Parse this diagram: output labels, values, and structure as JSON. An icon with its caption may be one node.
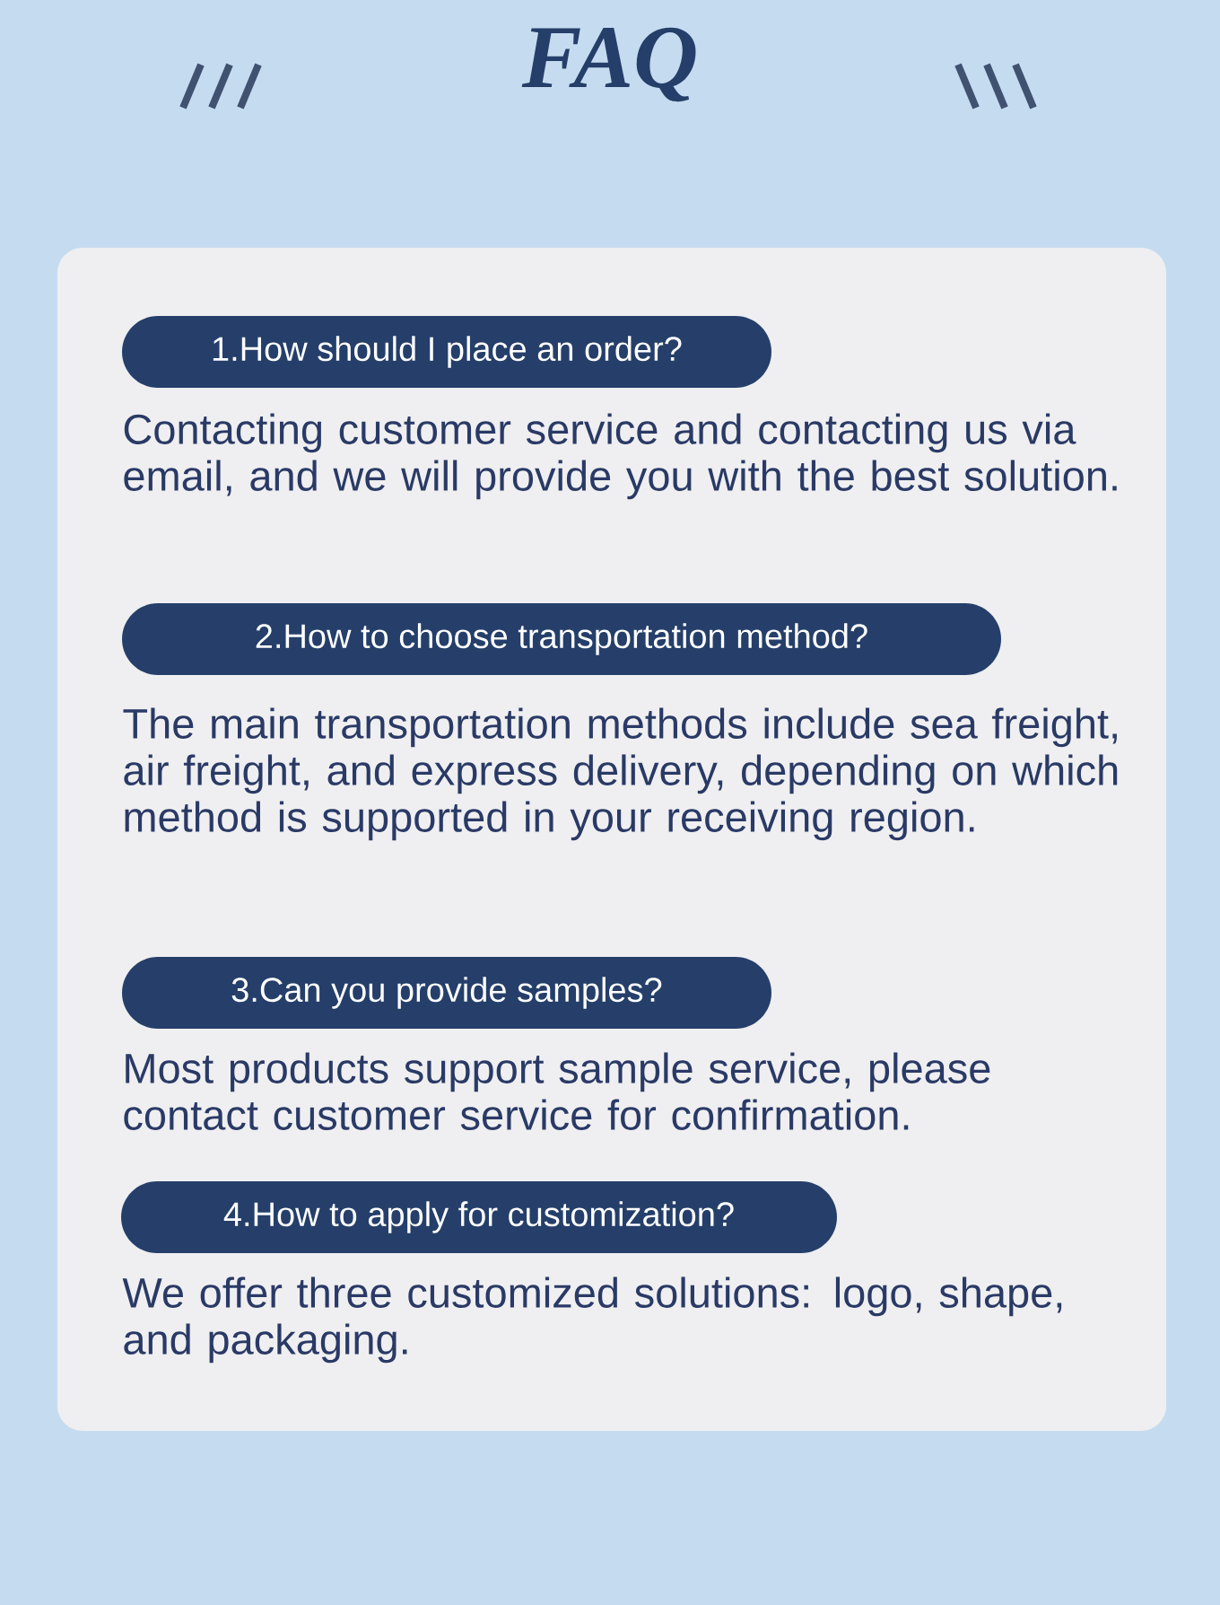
{
  "diagram": {
    "title": "FAQ",
    "nodes": [
      {
        "text": [
          "1.How should I place an order?"
        ],
        "beside": [
          "Contacting customer service and contacting us via email, and we will provide you with the best solution."
        ]
      },
      {
        "text": [
          "2.How to choose transportation method?"
        ],
        "beside": [
          "The main transportation methods include sea freight, air freight, and express delivery, depending on which method is supported in your receiving region."
        ]
      },
      {
        "text": [
          "3.Can you provide samples?"
        ],
        "beside": [
          "Most products support sample service, please contact customer service for confirmation."
        ]
      },
      {
        "text": [
          "4.How to apply for customization?"
        ],
        "beside": [
          "We offer three customized solutions: logo, shape, and packaging."
        ]
      }
    ]
  }
}
